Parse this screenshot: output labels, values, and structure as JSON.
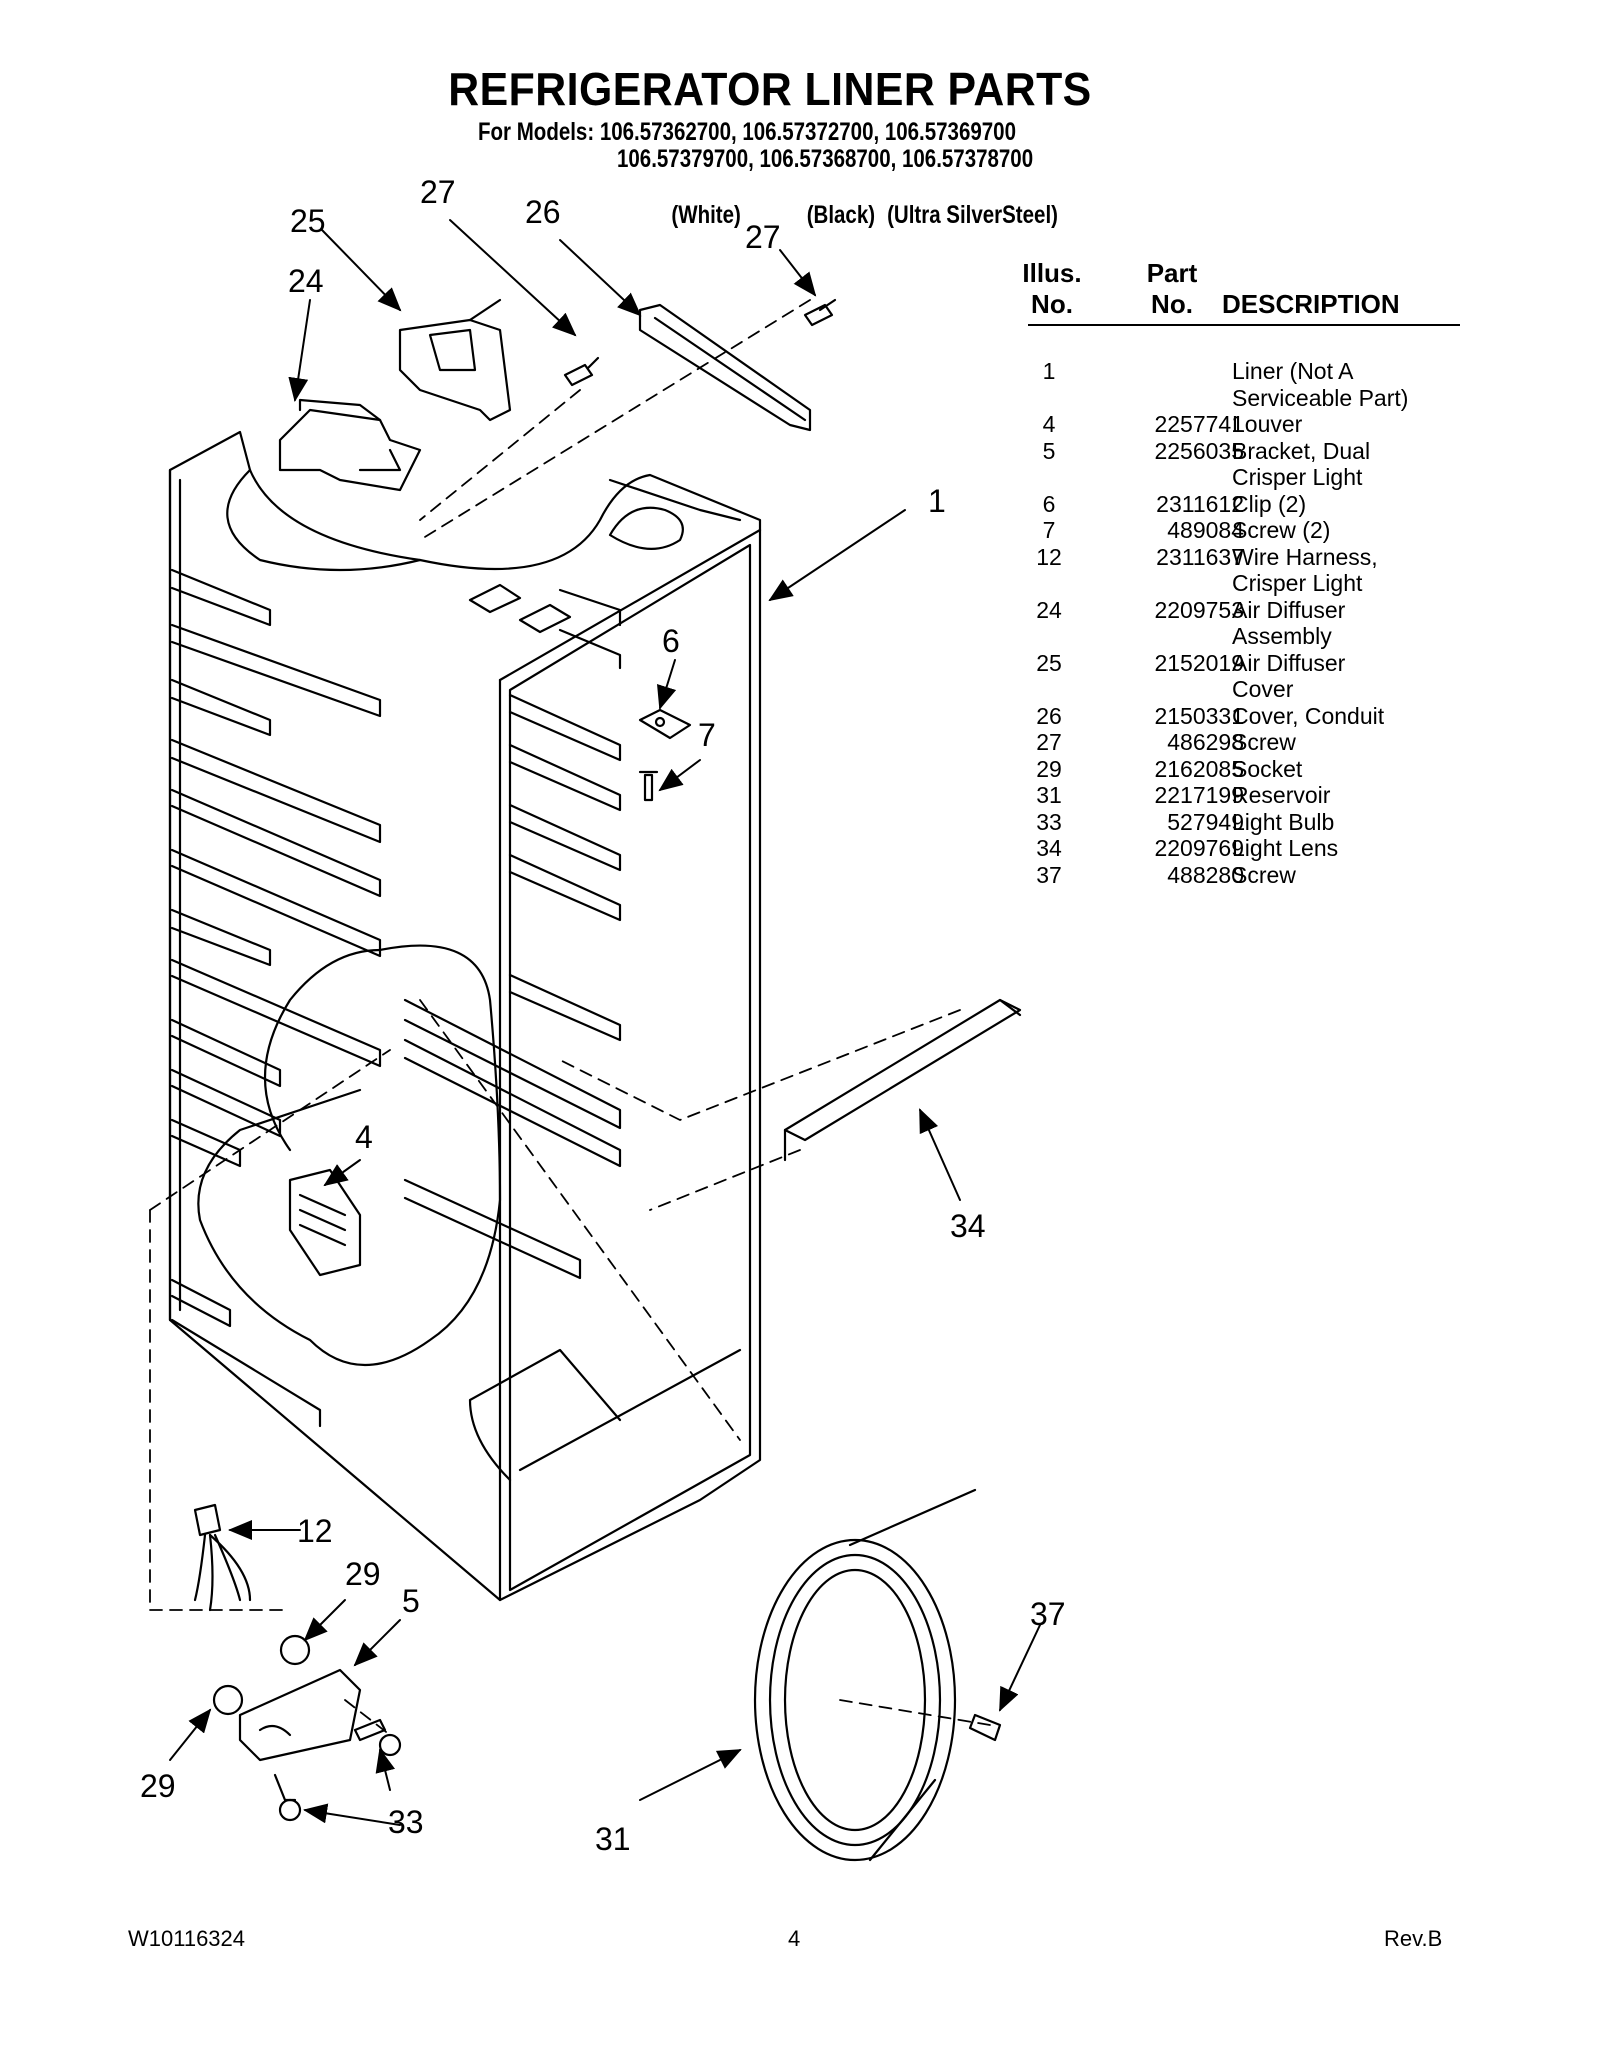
{
  "header": {
    "title": "REFRIGERATOR LINER PARTS",
    "models_line1": "For Models: 106.57362700, 106.57372700, 106.57369700",
    "models_line2": "106.57379700, 106.57368700, 106.57378700",
    "finish_white": "(White)",
    "finish_black": "(Black)",
    "finish_silver": "(Ultra SilverSteel)"
  },
  "parts_table": {
    "col_illus_1": "Illus.",
    "col_illus_2": "No.",
    "col_part_1": "Part",
    "col_part_2": "No.",
    "col_desc": "DESCRIPTION",
    "rows": [
      {
        "illus": "1",
        "part": "",
        "desc": "Liner (Not A"
      },
      {
        "illus": "",
        "part": "",
        "desc": "Serviceable Part)"
      },
      {
        "illus": "4",
        "part": "2257741",
        "desc": "Louver"
      },
      {
        "illus": "5",
        "part": "2256035",
        "desc": "Bracket, Dual"
      },
      {
        "illus": "",
        "part": "",
        "desc": "Crisper Light"
      },
      {
        "illus": "6",
        "part": "2311612",
        "desc": "Clip (2)"
      },
      {
        "illus": "7",
        "part": "489084",
        "desc": "Screw (2)"
      },
      {
        "illus": "12",
        "part": "2311637",
        "desc": "Wire Harness,"
      },
      {
        "illus": "",
        "part": "",
        "desc": "Crisper Light"
      },
      {
        "illus": "24",
        "part": "2209753",
        "desc": "Air Diffuser"
      },
      {
        "illus": "",
        "part": "",
        "desc": "Assembly"
      },
      {
        "illus": "25",
        "part": "2152019",
        "desc": "Air Diffuser"
      },
      {
        "illus": "",
        "part": "",
        "desc": "Cover"
      },
      {
        "illus": "26",
        "part": "2150331",
        "desc": "Cover, Conduit"
      },
      {
        "illus": "27",
        "part": "486298",
        "desc": "Screw"
      },
      {
        "illus": "29",
        "part": "2162085",
        "desc": "Socket"
      },
      {
        "illus": "31",
        "part": "2217199",
        "desc": "Reservoir"
      },
      {
        "illus": "33",
        "part": "527949",
        "desc": "Light Bulb"
      },
      {
        "illus": "34",
        "part": "2209769",
        "desc": "Light Lens"
      },
      {
        "illus": "37",
        "part": "488280",
        "desc": "Screw"
      }
    ]
  },
  "callouts": {
    "c1": "1",
    "c4": "4",
    "c5": "5",
    "c6": "6",
    "c7": "7",
    "c12": "12",
    "c24": "24",
    "c25": "25",
    "c26": "26",
    "c27a": "27",
    "c27b": "27",
    "c29a": "29",
    "c29b": "29",
    "c31": "31",
    "c33": "33",
    "c34": "34",
    "c37": "37"
  },
  "footer": {
    "doc_number": "W10116324",
    "page": "4",
    "revision": "Rev.B"
  }
}
